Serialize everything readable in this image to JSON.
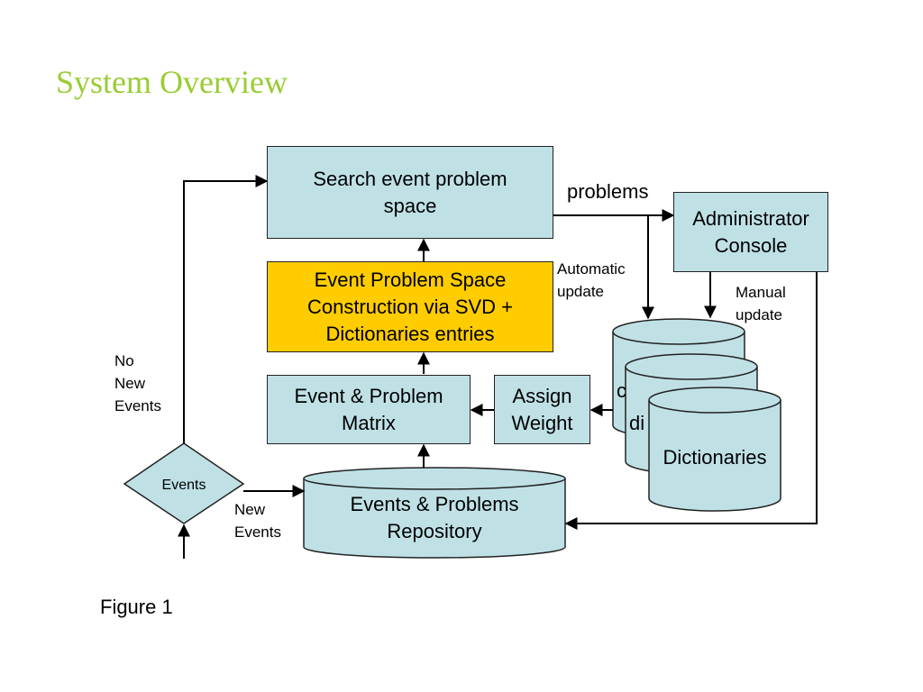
{
  "slide": {
    "title": "System Overview",
    "caption": "Figure 1"
  },
  "diagram": {
    "search_box": [
      "Search event problem",
      "space"
    ],
    "construction_box": [
      "Event Problem Space",
      "Construction via SVD +",
      "Dictionaries entries"
    ],
    "matrix_box": [
      "Event & Problem",
      "Matrix"
    ],
    "assign_box": [
      "Assign",
      "Weight"
    ],
    "admin_box": [
      "Administrator",
      "Console"
    ],
    "repository": [
      "Events & Problems",
      "Repository"
    ],
    "events_diamond": "Events",
    "dictionaries": {
      "back": "c",
      "middle": "di",
      "front": "Dictionaries"
    },
    "labels": {
      "problems": "problems",
      "automatic_update": [
        "Automatic",
        "update"
      ],
      "manual_update": [
        "Manual",
        "update"
      ],
      "no_new_events": [
        "No",
        "New",
        "Events"
      ],
      "new_events": [
        "New",
        "Events"
      ]
    }
  },
  "colors": {
    "box_fill": "#bfe1e6",
    "highlight_fill": "#ffcc00",
    "title": "#99cc33"
  }
}
